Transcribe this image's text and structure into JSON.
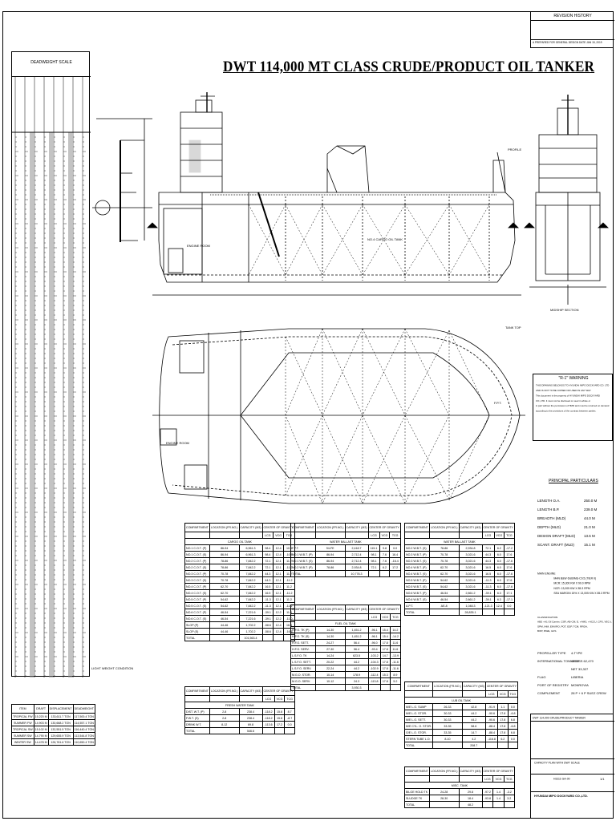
{
  "title": "DWT 114,000 MT CLASS CRUDE/PRODUCT OIL TANKER",
  "revision_box": {
    "heading": "REVISION HISTORY",
    "entry": "A  PREPARED FOR GENERAL DESIGN DATE JAN 15, 2019"
  },
  "deadweight_scale": {
    "heading": "DEADWEIGHT SCALE",
    "summary_headers": [
      "ITEM",
      "DRAFT",
      "DISPLACEMENT",
      "DEADWEIGHT"
    ],
    "summary_rows": [
      [
        "TROPICAL FW",
        "15.220 M",
        "133,611.7 TON",
        "117,500.4 TON"
      ],
      [
        "SUMMER FW",
        "14.903 M",
        "130,668.2 TON",
        "114,557.1 TON"
      ],
      [
        "TROPICAL SW",
        "15.102 M",
        "132,551.5 TON",
        "116,440.4 TON"
      ],
      [
        "SUMMER SW",
        "14.790 M",
        "129,655.9 TON",
        "113,544.8 TON"
      ],
      [
        "WINTER SW",
        "14.478 M",
        "126,761.6 TON",
        "110,650.4 TON"
      ]
    ],
    "note": "LIGHT WEIGHT CONDITION"
  },
  "views": {
    "profile": "PROFILE",
    "tank_top": "TANK TOP",
    "midship": "MIDSHIP SECTION",
    "engine_room": "ENGINE ROOM",
    "cargo_label": "NO.4 CARGO OIL TANK",
    "fp_label": "F.P.T."
  },
  "notice": {
    "heading": "\"R-1\" WARNING",
    "lines": [
      "THIS DRAWING BELONGS TO HYUNDAI MIPO DOCKYARD CO. LTD",
      "AND IS NOT TO BE COPIED OR USED IN ANY WAY.",
      "This document is the property of HYUNDAI MIPO DOCKYARD",
      "CO.,LTD. It must not be disclosed or used in whole or",
      "in part without the permission of HMD and must be returned on demand",
      "according to the provisions of the contract between parties."
    ]
  },
  "principal": {
    "heading": "PRINCIPAL PARTICULARS",
    "rows": [
      [
        "LENGTH  O.A.",
        "250.0  M"
      ],
      [
        "LENGTH  B.P.",
        "239.0  M"
      ],
      [
        "BREADTH (MLD)",
        "44.0  M"
      ],
      [
        "DEPTH (MLD)",
        "21.0  M"
      ],
      [
        "DESIGN DRAFT (MLD)",
        "13.6  M"
      ],
      [
        "SCANT. DRAFT (MLD)",
        "15.1  M"
      ]
    ],
    "main_engine": [
      "MAIN ENGINE",
      "MAN B&W 6G60ME-C9.5 (TIER II)",
      "MCR: 15,300 KW X 90.0 RPM",
      "NCR: 13,005 KW X 85.3 RPM",
      "SEA MARGIN 15% X 13,005 KW X 85.3 RPM"
    ],
    "class_notes": [
      "CLASSIFICATION",
      "ABS  +A1 Oil Carrier, CSR, AB-CM, E, +AMS, +ACCU, CPS, VEC-L",
      "SPM, IHM, ENVIRO, POT, ESP, TCM, RRDA, ",
      "BWT, BWE, GFS"
    ],
    "extra": [
      [
        "PROPELLER TYPE",
        "4-TYPE"
      ],
      [
        "INTERNATIONAL TONNAGE",
        "GROSS  62,470"
      ],
      [
        "",
        "NET  33,327"
      ],
      [
        "FLAG",
        "LIBERIA"
      ],
      [
        "PORT OF REGISTRY",
        "MONROVIA"
      ],
      [
        "COMPLEMENT",
        "28 P + 6 P SUEZ CREW"
      ]
    ]
  },
  "title_block": {
    "project": "DWT 114,000 CRUDE/PRODUCT TANKER",
    "drawing_title": "CAPACITY PLAN WITH DWT SCALE",
    "company": "HYUNDAI MIPO DOCKYARD CO.,LTD.",
    "drawing_no": "H3111-GA-00",
    "sheet": "1/1"
  },
  "tables": {
    "header": [
      "COMPARTMENT",
      "LOCATION (FR.NO.)",
      "CAPACITY (M3)",
      "CENTER OF GRAVITY",
      "LCG",
      "VCG",
      "TCG"
    ],
    "t1": {
      "section": "CARGO OIL TANK",
      "rows": [
        [
          "NO.1 C.O.T. (P)",
          "86-94",
          "6,961.3",
          "98.4",
          "12.4",
          "10.8"
        ],
        [
          "NO.1 C.O.T. (S)",
          "86-94",
          "6,961.3",
          "98.4",
          "12.4",
          "-10.8"
        ],
        [
          "NO.2 C.O.T. (P)",
          "78-86",
          "7,842.2",
          "72.1",
          "12.1",
          "11.2"
        ],
        [
          "NO.2 C.O.T. (S)",
          "78-86",
          "7,842.2",
          "72.1",
          "12.1",
          "-11.2"
        ],
        [
          "NO.3 C.O.T. (P)",
          "70-78",
          "7,842.2",
          "44.3",
          "12.1",
          "11.2"
        ],
        [
          "NO.3 C.O.T. (S)",
          "70-78",
          "7,842.2",
          "44.3",
          "12.1",
          "-11.2"
        ],
        [
          "NO.4 C.O.T. (P)",
          "62-70",
          "7,842.2",
          "16.5",
          "12.1",
          "11.2"
        ],
        [
          "NO.4 C.O.T. (S)",
          "62-70",
          "7,842.2",
          "16.5",
          "12.1",
          "-11.2"
        ],
        [
          "NO.5 C.O.T. (P)",
          "54-62",
          "7,842.2",
          "-11.3",
          "12.1",
          "11.2"
        ],
        [
          "NO.5 C.O.T. (S)",
          "54-62",
          "7,842.2",
          "-11.3",
          "12.1",
          "-11.2"
        ],
        [
          "NO.6 C.O.T. (P)",
          "46-54",
          "7,221.6",
          "-39.1",
          "12.2",
          "11.0"
        ],
        [
          "NO.6 C.O.T. (S)",
          "46-54",
          "7,221.6",
          "-39.1",
          "12.2",
          "-11.0"
        ],
        [
          "SLOP (P)",
          "44-46",
          "1,702.2",
          "-58.6",
          "12.4",
          "16.5"
        ],
        [
          "SLOP (S)",
          "44-46",
          "1,702.2",
          "-58.6",
          "12.4",
          "-16.5"
        ],
        [
          "TOTAL",
          "",
          "101,563.4",
          "",
          "",
          ""
        ]
      ]
    },
    "t2": {
      "section": "FRESH WATER TANK",
      "rows": [
        [
          "DIST. W.T. (P)",
          "2-8",
          "238.4",
          "-118.2",
          "15.8",
          "8.7"
        ],
        [
          "F.W.T. (S)",
          "2-8",
          "238.4",
          "-118.2",
          "15.8",
          "-8.7"
        ],
        [
          "DRINK W.T.",
          "8-12",
          "69.8",
          "-113.6",
          "17.2",
          "0.0"
        ],
        [
          "TOTAL",
          "",
          "546.6",
          "",
          "",
          ""
        ]
      ]
    },
    "t3": {
      "section": "WATER BALLAST TANK",
      "rows": [
        [
          "F.P.T.",
          "94-FE",
          "2,418.7",
          "115.1",
          "9.8",
          "0.0"
        ],
        [
          "NO.1 W.B.T. (P)",
          "86-94",
          "2,712.4",
          "98.1",
          "7.6",
          "16.4"
        ],
        [
          "NO.1 W.B.T. (S)",
          "86-94",
          "2,712.4",
          "98.1",
          "7.6",
          "-16.4"
        ],
        [
          "NO.2 W.B.T. (P)",
          "78-86",
          "2,934.8",
          "72.1",
          "6.2",
          "17.2"
        ],
        [
          "TOTAL",
          "",
          "10,778.3",
          "",
          "",
          ""
        ]
      ]
    },
    "t4": {
      "section": "FUEL OIL TANK",
      "rows": [
        [
          "H.F.O. TK (P)",
          "14-30",
          "1,451.2",
          "-96.1",
          "15.4",
          "14.2"
        ],
        [
          "H.F.O. TK (S)",
          "14-30",
          "1,451.2",
          "-96.1",
          "15.4",
          "-14.2"
        ],
        [
          "H.F.O. SETT.",
          "24-27",
          "56.4",
          "-96.0",
          "17.8",
          "11.6"
        ],
        [
          "H.F.O. SERV.",
          "27-30",
          "56.4",
          "-93.4",
          "17.8",
          "11.6"
        ],
        [
          "L.S.F.O. TK",
          "14-24",
          "623.5",
          "-103.2",
          "14.7",
          "-13.9"
        ],
        [
          "L.S.F.O. SETT.",
          "20-22",
          "44.2",
          "-104.3",
          "17.8",
          "-11.6"
        ],
        [
          "L.S.F.O. SERV.",
          "22-24",
          "44.2",
          "-102.9",
          "17.8",
          "-11.6"
        ],
        [
          "M.G.O. STOR.",
          "10-14",
          "178.9",
          "-112.4",
          "15.3",
          "8.9"
        ],
        [
          "M.G.O. SERV.",
          "10-12",
          "24.3",
          "-113.8",
          "17.8",
          "5.2"
        ],
        [
          "TOTAL",
          "",
          "3,930.3",
          "",
          "",
          ""
        ]
      ]
    },
    "t5": {
      "section": "WATER BALLAST TANK",
      "rows": [
        [
          "NO.2 W.B.T. (S)",
          "78-86",
          "2,934.8",
          "72.1",
          "6.2",
          "-17.2"
        ],
        [
          "NO.3 W.B.T. (P)",
          "70-78",
          "3,021.6",
          "44.3",
          "6.0",
          "17.6"
        ],
        [
          "NO.3 W.B.T. (S)",
          "70-78",
          "3,021.6",
          "44.3",
          "6.0",
          "-17.6"
        ],
        [
          "NO.4 W.B.T. (P)",
          "62-70",
          "3,021.6",
          "16.5",
          "6.0",
          "17.6"
        ],
        [
          "NO.4 W.B.T. (S)",
          "62-70",
          "3,021.6",
          "16.5",
          "6.0",
          "-17.6"
        ],
        [
          "NO.5 W.B.T. (P)",
          "54-62",
          "3,021.6",
          "-11.3",
          "6.0",
          "17.6"
        ],
        [
          "NO.5 W.B.T. (S)",
          "54-62",
          "3,021.6",
          "-11.3",
          "6.0",
          "-17.6"
        ],
        [
          "NO.6 W.B.T. (P)",
          "46-54",
          "2,861.2",
          "-39.1",
          "6.3",
          "17.1"
        ],
        [
          "NO.6 W.B.T. (S)",
          "46-54",
          "2,861.2",
          "-39.1",
          "6.3",
          "-17.1"
        ],
        [
          "A.P.T.",
          "AE-8",
          "1,048.3",
          "-121.3",
          "12.4",
          "0.0"
        ],
        [
          "TOTAL",
          "",
          "28,835.1",
          "",
          "",
          ""
        ]
      ]
    },
    "t6": {
      "section": "LUB OIL TANK",
      "rows": [
        [
          "M/E L.O. SUMP",
          "26-33",
          "42.8",
          "-91.9",
          "1.1",
          "0.0"
        ],
        [
          "M/E L.O. STOR.",
          "30-33",
          "44.2",
          "-90.6",
          "17.8",
          "-6.8"
        ],
        [
          "M/E L.O. SETT.",
          "30-33",
          "44.2",
          "-90.6",
          "17.8",
          "6.8"
        ],
        [
          "M/E CYL. O. STOR.",
          "33-35",
          "58.6",
          "-88.4",
          "17.8",
          "-6.8"
        ],
        [
          "G/E L.O. STOR.",
          "33-35",
          "14.7",
          "-88.4",
          "17.8",
          "6.8"
        ],
        [
          "STERN TUBE L.O.",
          "8-10",
          "4.2",
          "-116.8",
          "6.2",
          "0.0"
        ],
        [
          "TOTAL",
          "",
          "208.7",
          "",
          "",
          ""
        ]
      ]
    },
    "t7": {
      "section": "MISC. TANK",
      "rows": [
        [
          "BILGE HOLD TK",
          "24-28",
          "29.8",
          "-97.2",
          "1.4",
          "-3.2"
        ],
        [
          "SLUDGE TK",
          "28-30",
          "18.4",
          "-93.8",
          "1.4",
          "3.2"
        ],
        [
          "TOTAL",
          "",
          "48.2",
          "",
          "",
          ""
        ]
      ]
    }
  }
}
